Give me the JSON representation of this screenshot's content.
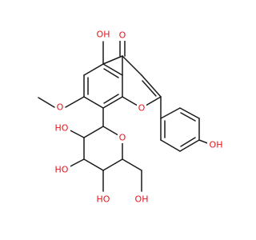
{
  "colors": {
    "bond": "#1a1a1a",
    "oxygen": "#e8141c"
  },
  "atoms": {
    "oh_5": "OH",
    "o_keto": "O",
    "o_methoxy": "O",
    "o_ring": "O",
    "o_sugar_ring": "O",
    "oh_phenol": "OH",
    "ho_2": "HO",
    "ho_3": "HO",
    "ho_4": "HO",
    "oh_6": "OH"
  }
}
